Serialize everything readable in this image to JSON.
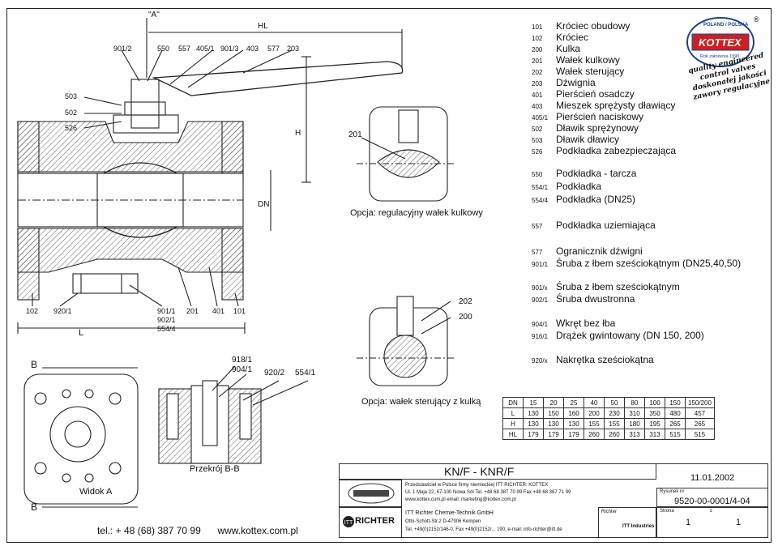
{
  "drawing": {
    "top_label": "\"A\"",
    "hl_label": "HL",
    "h_label": "H",
    "dn_label": "DN",
    "l_label": "L",
    "callouts_top": [
      "901/2",
      "550",
      "557",
      "405/1",
      "901/3",
      "403",
      "577",
      "203"
    ],
    "callouts_left": [
      "503",
      "502",
      "526"
    ],
    "callouts_bottom": [
      "102",
      "920/1",
      "901/1",
      "902/1",
      "554/4",
      "201",
      "401",
      "101"
    ],
    "callout_201": "201",
    "callouts_right_insert": [
      "202",
      "200"
    ],
    "callouts_section": [
      "918/1",
      "904/1",
      "920/2",
      "554/1"
    ],
    "b_label": "B",
    "option1": "Opcja: regulacyjny wałek kulkowy",
    "option2": "Opcja: wałek sterujący z kulką",
    "section_label": "Przekrój B-B",
    "view_label": "Widok A"
  },
  "parts_list": [
    {
      "code": "101",
      "name": "Króciec obudowy"
    },
    {
      "code": "102",
      "name": "Króciec"
    },
    {
      "code": "200",
      "name": "Kulka"
    },
    {
      "code": "201",
      "name": "Wałek kulkowy"
    },
    {
      "code": "202",
      "name": "Wałek sterujący"
    },
    {
      "code": "203",
      "name": "Dźwignia"
    },
    {
      "code": "401",
      "name": "Pierścień osadczy"
    },
    {
      "code": "403",
      "name": "Mieszek sprężysty dławiący"
    },
    {
      "code": "405/1",
      "name": "Pierścień naciskowy"
    },
    {
      "code": "502",
      "name": "Dławik sprężynowy"
    },
    {
      "code": "503",
      "name": "Dławik dławicy"
    },
    {
      "code": "526",
      "name": "Podkładka zabezpieczająca"
    },
    {
      "code": "550",
      "name": "Podkładka - tarcza"
    },
    {
      "code": "554/1",
      "name": "Podkładka"
    },
    {
      "code": "554/4",
      "name": "Podkładka (DN25)"
    },
    {
      "code": "557",
      "name": "Podkładka uziemiająca"
    },
    {
      "code": "577",
      "name": "Ogranicznik dźwigni"
    },
    {
      "code": "901/1",
      "name": "Śruba z łbem sześciokątnym (DN25,40,50)"
    },
    {
      "code": "901/x",
      "name": "Śruba z łbem sześciokątnym"
    },
    {
      "code": "902/1",
      "name": "Śruba dwustronna"
    },
    {
      "code": "904/1",
      "name": "Wkręt bez łba"
    },
    {
      "code": "916/1",
      "name": "Drążek gwintowany (DN 150, 200)"
    },
    {
      "code": "920/x",
      "name": "Nakrętka sześciokątna"
    }
  ],
  "logo": {
    "top_text": "POLAND / POLSKA",
    "brand": "KOTTEX",
    "since": "Rok założenia 1990",
    "registered": "®",
    "slogan_lines": [
      "quality engineered",
      "control valves",
      "doskonałej jakości",
      "zawory regulacyjne"
    ],
    "colors": {
      "red": "#cc1f1f",
      "blue": "#1b3f8f"
    }
  },
  "dimensions_table": {
    "header": [
      "DN",
      "15",
      "20",
      "25",
      "40",
      "50",
      "80",
      "100",
      "150",
      "150/200"
    ],
    "rows": [
      [
        "L",
        "130",
        "150",
        "160",
        "200",
        "230",
        "310",
        "350",
        "480",
        "457"
      ],
      [
        "H",
        "130",
        "130",
        "130",
        "155",
        "155",
        "180",
        "195",
        "265",
        "265"
      ],
      [
        "HL",
        "179",
        "179",
        "179",
        "260",
        "260",
        "313",
        "313",
        "515",
        "515"
      ]
    ]
  },
  "title_block": {
    "title": "KN/F - KNR/F",
    "date": "11.01.2002",
    "rep_lines": [
      "Przedstawiciel w Polsce firmy niemieckiej ITT RICHTER: KOTTEX",
      "Ul. 1 Maja 22, 67-100 Nowa Sól Tel. +48 68 387 70 99   Fax +48 68 387 71 99",
      "www.kottex.com.pl  email: marketing@kottex.com.pl"
    ],
    "richter_lines": [
      "ITT Richter Chemie-Technik GmbH",
      "Otto-Schott-Str.2    D-47906  Kempen",
      "Tel. +49(0)2152/146-0,   Fax +49(0)2152/...  190,  e-mail: info-richter@itt.de"
    ],
    "richter_brand": "RICHTER",
    "itt_brand": "ITT Industries",
    "drawing_no_label": "Rysunek nr",
    "drawing_no": "9520-00-0001/4-04",
    "company_label": "Richter",
    "page_label": "Strona",
    "of_label": "z",
    "page": "1",
    "pages": "1"
  },
  "contact": {
    "phone": "tel.: + 48 (68) 387 70 99",
    "web": "www.kottex.com.pl"
  }
}
